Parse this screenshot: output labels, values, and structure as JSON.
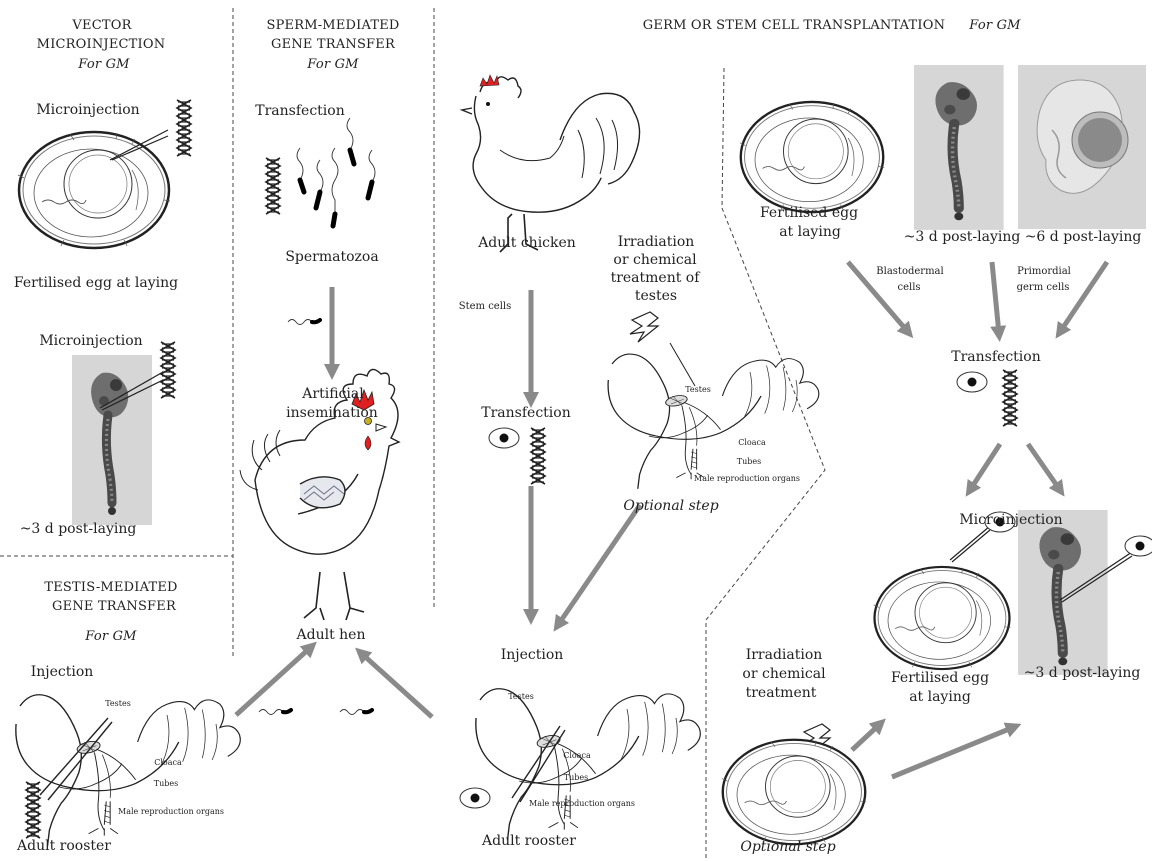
{
  "colors": {
    "arrow": "#8a8a8a",
    "divider": "#444444",
    "line": "#222222",
    "photo_bg": "#d6d6d6",
    "embryo": "#5a5a5a",
    "comb": "#e02020",
    "hen_eye": "#c8b020",
    "plumage": "#6a7080"
  },
  "vector": {
    "title1": "VECTOR",
    "title2": "MICROINJECTION",
    "for_gm": "For GM",
    "micro1": "Microinjection",
    "egg_label": "Fertilised egg at laying",
    "micro2": "Microinjection",
    "embryo_label": "~3 d post-laying"
  },
  "sperm": {
    "title1": "SPERM-MEDIATED",
    "title2": "GENE TRANSFER",
    "for_gm": "For GM",
    "transfection": "Transfection",
    "spermatozoa": "Spermatozoa",
    "ai1": "Artificial",
    "ai2": "insemination",
    "hen": "Adult hen"
  },
  "testis": {
    "title1": "TESTIS-MEDIATED",
    "title2": "GENE TRANSFER",
    "for_gm": "For GM",
    "injection": "Injection",
    "rooster": "Adult rooster"
  },
  "middle": {
    "chicken": "Adult chicken",
    "stem": "Stem cells",
    "transfection": "Transfection",
    "irr1": "Irradiation",
    "irr2": "or chemical",
    "irr3": "treatment of",
    "irr4": "testes",
    "optional": "Optional step",
    "injection": "Injection",
    "rooster": "Adult rooster"
  },
  "anatomy": {
    "testes": "Testes",
    "cloaca": "Cloaca",
    "tubes": "Tubes",
    "male": "Male reproduction organs"
  },
  "germ": {
    "title": "GERM OR STEM CELL TRANSPLANTATION",
    "for_gm": "For GM",
    "egg1": "Fertilised egg",
    "egg2": "at laying",
    "d3": "~3 d post-laying",
    "d6": "~6 d post-laying",
    "blasto1": "Blastodermal",
    "blasto2": "cells",
    "pgc1": "Primordial",
    "pgc2": "germ cells",
    "transfection": "Transfection",
    "microinjection": "Microinjection",
    "irr1": "Irradiation",
    "irr2": "or chemical",
    "irr3": "treatment",
    "egg_b1": "Fertilised egg",
    "egg_b2": "at laying",
    "d3_b": "~3 d post-laying",
    "optional": "Optional step"
  }
}
